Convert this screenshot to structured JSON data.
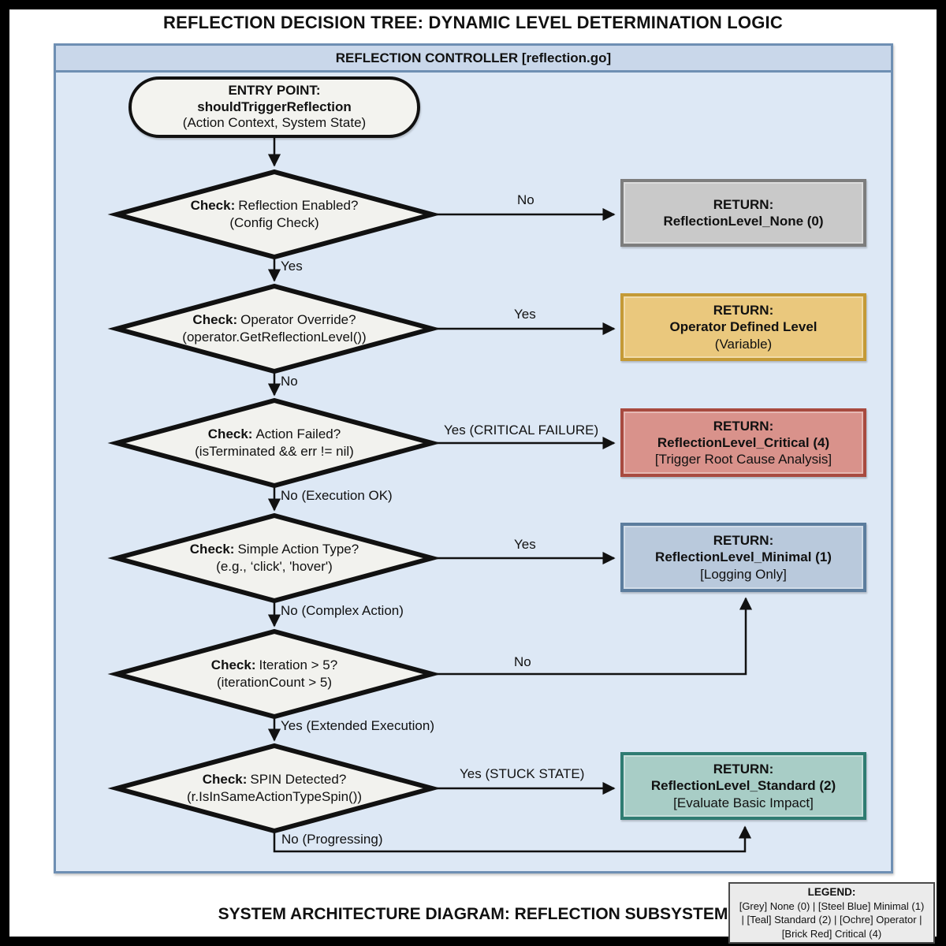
{
  "title": "REFLECTION DECISION TREE: DYNAMIC LEVEL DETERMINATION LOGIC",
  "footer": "SYSTEM ARCHITECTURE DIAGRAM: REFLECTION SUBSYSTEM",
  "controller": {
    "header": "REFLECTION CONTROLLER [reflection.go]"
  },
  "entry": {
    "line1": "ENTRY POINT:",
    "line2": "shouldTriggerReflection",
    "line3": "(Action Context, System State)"
  },
  "decisions": [
    {
      "prefix": "Check:",
      "question": "Reflection Enabled?",
      "detail": "(Config Check)"
    },
    {
      "prefix": "Check:",
      "question": "Operator Override?",
      "detail": "(operator.GetReflectionLevel())"
    },
    {
      "prefix": "Check:",
      "question": "Action Failed?",
      "detail": "(isTerminated && err != nil)"
    },
    {
      "prefix": "Check:",
      "question": "Simple Action Type?",
      "detail": "(e.g., ‘click', 'hover')"
    },
    {
      "prefix": "Check:",
      "question": "Iteration > 5?",
      "detail": "(iterationCount > 5)"
    },
    {
      "prefix": "Check:",
      "question": "SPIN Detected?",
      "detail": "(r.IsInSameActionTypeSpin())"
    }
  ],
  "returns": [
    {
      "line1": "RETURN:",
      "line2": "ReflectionLevel_None (0)",
      "line3": ""
    },
    {
      "line1": "RETURN:",
      "line2": "Operator Defined Level",
      "line3": "(Variable)"
    },
    {
      "line1": "RETURN:",
      "line2": "ReflectionLevel_Critical (4)",
      "line3": "[Trigger Root Cause Analysis]"
    },
    {
      "line1": "RETURN:",
      "line2": "ReflectionLevel_Minimal (1)",
      "line3": "[Logging Only]"
    },
    {
      "line1": "RETURN:",
      "line2": "ReflectionLevel_Standard (2)",
      "line3": "[Evaluate Basic Impact]"
    }
  ],
  "edge_labels": {
    "d1_no": "No",
    "d1_yes": "Yes",
    "d2_yes": "Yes",
    "d2_no": "No",
    "d3_yes": "Yes (CRITICAL FAILURE)",
    "d3_no": "No (Execution OK)",
    "d4_yes": "Yes",
    "d4_no": "No (Complex Action)",
    "d5_no": "No",
    "d5_yes": "Yes (Extended Execution)",
    "d6_yes": "Yes (STUCK STATE)",
    "d6_no": "No (Progressing)"
  },
  "legend": {
    "title": "LEGEND:",
    "line1": "[Grey] None (0) | [Steel Blue] Minimal (1)",
    "line2": "| [Teal] Standard (2) | [Ochre] Operator |",
    "line3": "[Brick Red] Critical (4)"
  },
  "colors": {
    "grey_none": "#c9c9c9",
    "steel_blue_minimal": "#b9c9dc",
    "teal_standard": "#a8cdc6",
    "ochre_operator": "#eac87d",
    "brick_red_critical": "#d9928b",
    "container_border": "#6e8fb3",
    "container_fill": "#dde8f5",
    "node_fill": "#f2f2ee"
  }
}
